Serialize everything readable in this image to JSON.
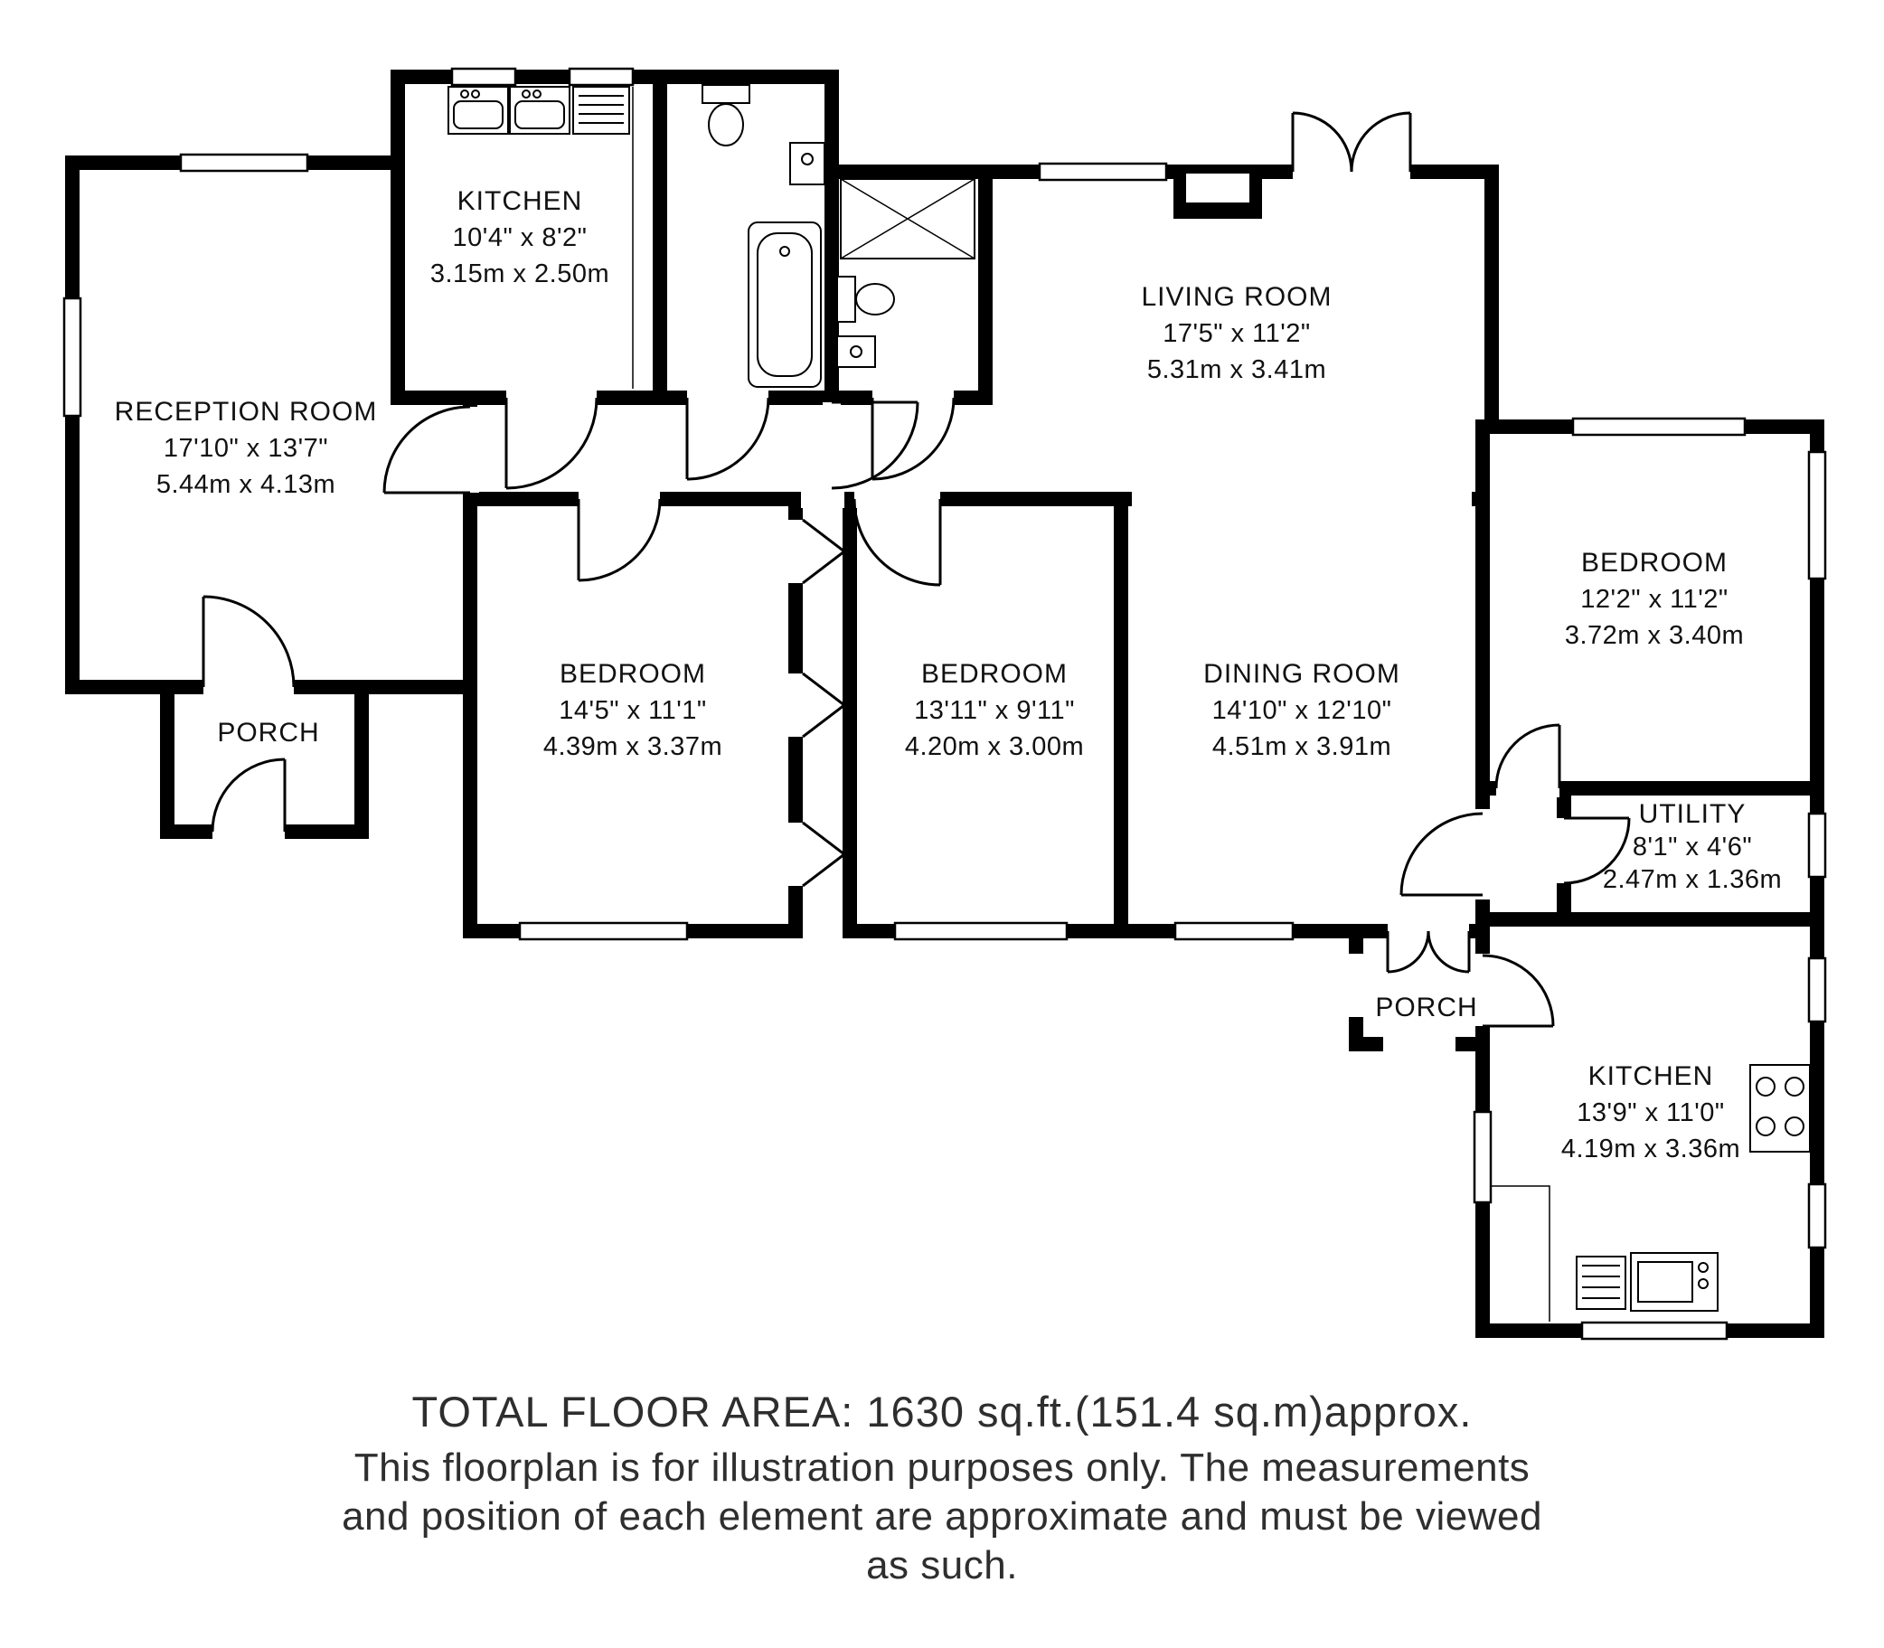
{
  "rooms": {
    "kitchen_top": {
      "name": "KITCHEN",
      "imperial": "10'4\" x 8'2\"",
      "metric": "3.15m x 2.50m"
    },
    "reception": {
      "name": "RECEPTION ROOM",
      "imperial": "17'10\" x 13'7\"",
      "metric": "5.44m x 4.13m"
    },
    "living": {
      "name": "LIVING ROOM",
      "imperial": "17'5\" x 11'2\"",
      "metric": "5.31m x 3.41m"
    },
    "bedroom_right": {
      "name": "BEDROOM",
      "imperial": "12'2\" x 11'2\"",
      "metric": "3.72m x 3.40m"
    },
    "bedroom_left": {
      "name": "BEDROOM",
      "imperial": "14'5\" x 11'1\"",
      "metric": "4.39m x 3.37m"
    },
    "bedroom_mid": {
      "name": "BEDROOM",
      "imperial": "13'11\" x 9'11\"",
      "metric": "4.20m x 3.00m"
    },
    "dining": {
      "name": "DINING ROOM",
      "imperial": "14'10\" x 12'10\"",
      "metric": "4.51m x 3.91m"
    },
    "porch_left": {
      "name": "PORCH"
    },
    "porch_bottom": {
      "name": "PORCH"
    },
    "utility": {
      "name": "UTILITY",
      "imperial": "8'1\" x 4'6\"",
      "metric": "2.47m x 1.36m"
    },
    "kitchen_bottom": {
      "name": "KITCHEN",
      "imperial": "13'9\" x 11'0\"",
      "metric": "4.19m x 3.36m"
    }
  },
  "footer": {
    "line1": "TOTAL FLOOR AREA: 1630 sq.ft.(151.4 sq.m)approx.",
    "line2": "This floorplan is for illustration purposes only. The measurements",
    "line3": "and position of each element are approximate and must be viewed",
    "line4": "as such."
  },
  "colors": {
    "wall": "#000000",
    "background": "#ffffff",
    "text": "#111111"
  }
}
